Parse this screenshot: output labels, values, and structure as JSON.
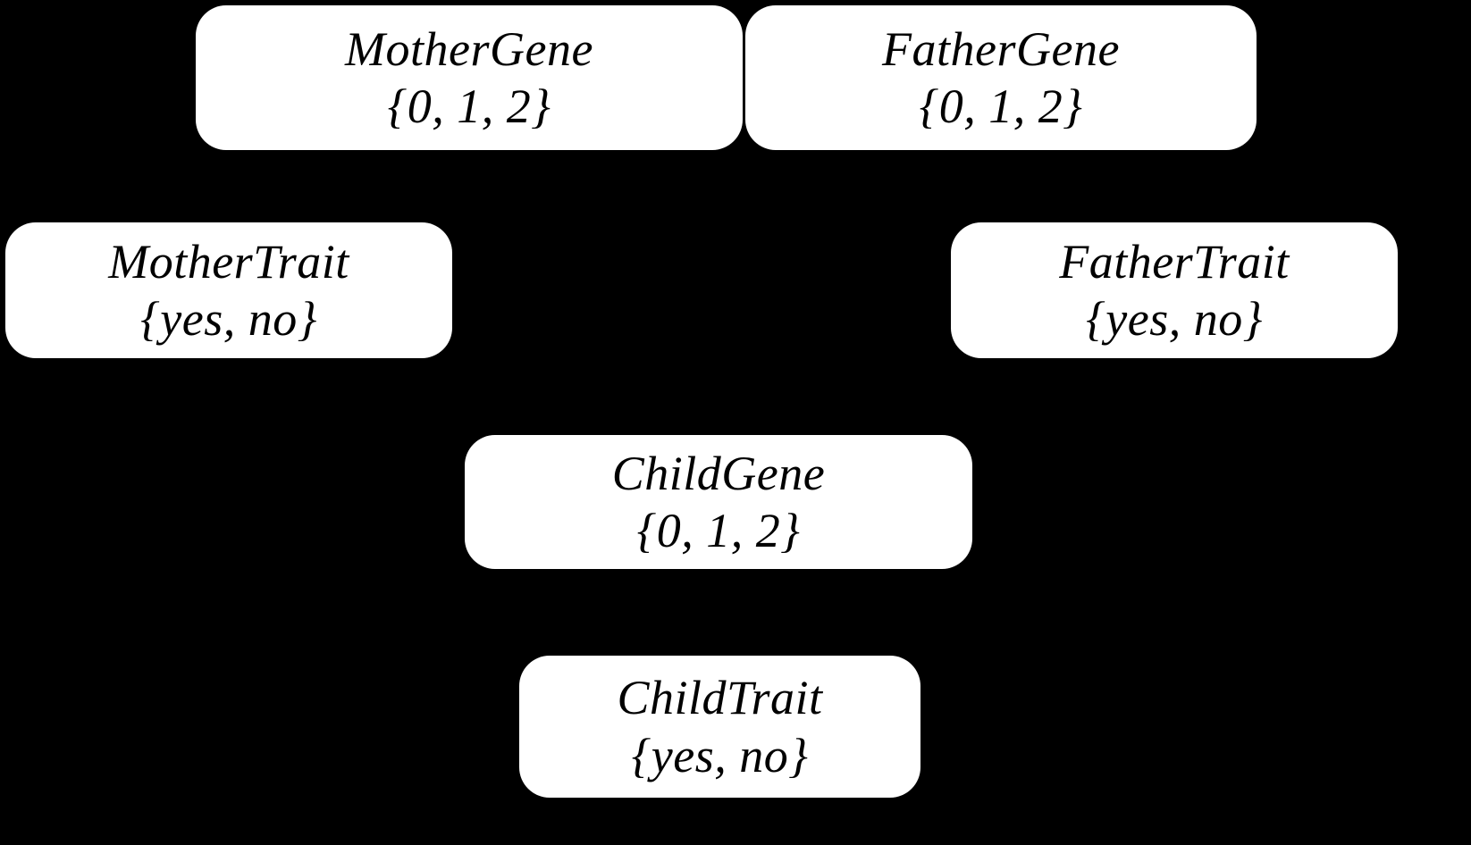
{
  "diagram": {
    "type": "bayesian-network",
    "title": "",
    "background_color": "#000000",
    "node_fill_color": "#ffffff",
    "node_text_color": "#000000",
    "nodes": [
      {
        "id": "mother-gene",
        "name": "MotherGene",
        "domain": "{0, 1, 2}"
      },
      {
        "id": "father-gene",
        "name": "FatherGene",
        "domain": "{0, 1, 2}"
      },
      {
        "id": "mother-trait",
        "name": "MotherTrait",
        "domain": "{yes, no}"
      },
      {
        "id": "father-trait",
        "name": "FatherTrait",
        "domain": "{yes, no}"
      },
      {
        "id": "child-gene",
        "name": "ChildGene",
        "domain": "{0, 1, 2}"
      },
      {
        "id": "child-trait",
        "name": "ChildTrait",
        "domain": "{yes, no}"
      }
    ]
  }
}
